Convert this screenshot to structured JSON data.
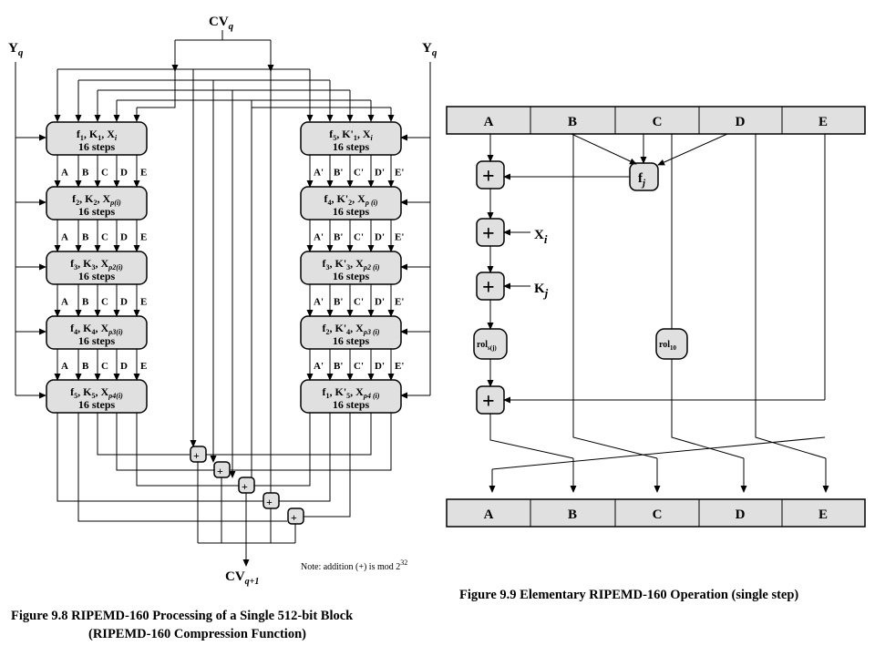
{
  "left": {
    "cv_in": "CV",
    "cv_in_sub": "q",
    "y_left": "Y",
    "y_left_sub": "q",
    "y_right": "Y",
    "y_right_sub": "q",
    "left_rounds": [
      {
        "f": "f",
        "fs": "1",
        "k": "K",
        "ks": "1",
        "x": "X",
        "xs": "i",
        "steps": "16 steps"
      },
      {
        "f": "f",
        "fs": "2",
        "k": "K",
        "ks": "2",
        "x": "X",
        "xs": "ρ(i)",
        "steps": "16 steps"
      },
      {
        "f": "f",
        "fs": "3",
        "k": "K",
        "ks": "3",
        "x": "X",
        "xs": "ρ2(i)",
        "steps": "16 steps"
      },
      {
        "f": "f",
        "fs": "4",
        "k": "K",
        "ks": "4",
        "x": "X",
        "xs": "ρ3(i)",
        "steps": "16 steps"
      },
      {
        "f": "f",
        "fs": "5",
        "k": "K",
        "ks": "5",
        "x": "X",
        "xs": "ρ4(i)",
        "steps": "16 steps"
      }
    ],
    "right_rounds": [
      {
        "f": "f",
        "fs": "5",
        "k": "K'",
        "ks": "1",
        "x": "X",
        "xs": "i",
        "steps": "16 steps"
      },
      {
        "f": "f",
        "fs": "4",
        "k": "K'",
        "ks": "2",
        "x": "X",
        "xs": "ρ (i)",
        "steps": "16 steps"
      },
      {
        "f": "f",
        "fs": "3",
        "k": "K'",
        "ks": "3",
        "x": "X",
        "xs": "ρ2 (i)",
        "steps": "16 steps"
      },
      {
        "f": "f",
        "fs": "2",
        "k": "K'",
        "ks": "4",
        "x": "X",
        "xs": "ρ3 (i)",
        "steps": "16 steps"
      },
      {
        "f": "f",
        "fs": "1",
        "k": "K'",
        "ks": "5",
        "x": "X",
        "xs": "ρ4 (i)",
        "steps": "16 steps"
      }
    ],
    "left_wire_labels": [
      "A",
      "B",
      "C",
      "D",
      "E"
    ],
    "right_wire_labels": [
      "A'",
      "B'",
      "C'",
      "D'",
      "E'"
    ],
    "cv_out": "CV",
    "cv_out_sub": "q+1",
    "note": "Note:  addition (+) is mod 2",
    "note_exp": "32",
    "caption_line1": "Figure 9.8    RIPEMD-160 Processing of a Single 512-bit Block",
    "caption_line2": "(RIPEMD-160 Compression Function)"
  },
  "right": {
    "top_registers": [
      "A",
      "B",
      "C",
      "D",
      "E"
    ],
    "bottom_registers": [
      "A",
      "B",
      "C",
      "D",
      "E"
    ],
    "f": "f",
    "f_sub": "j",
    "x": "X",
    "x_sub": "i",
    "k": "K",
    "k_sub": "j",
    "rol_s": "rol",
    "rol_s_sub": "s(j)",
    "rol_10": "rol",
    "rol_10_sub": "10",
    "plus": "+",
    "caption": "Figure 9.9  Elementary RIPEMD-160 Operation (single step)"
  }
}
